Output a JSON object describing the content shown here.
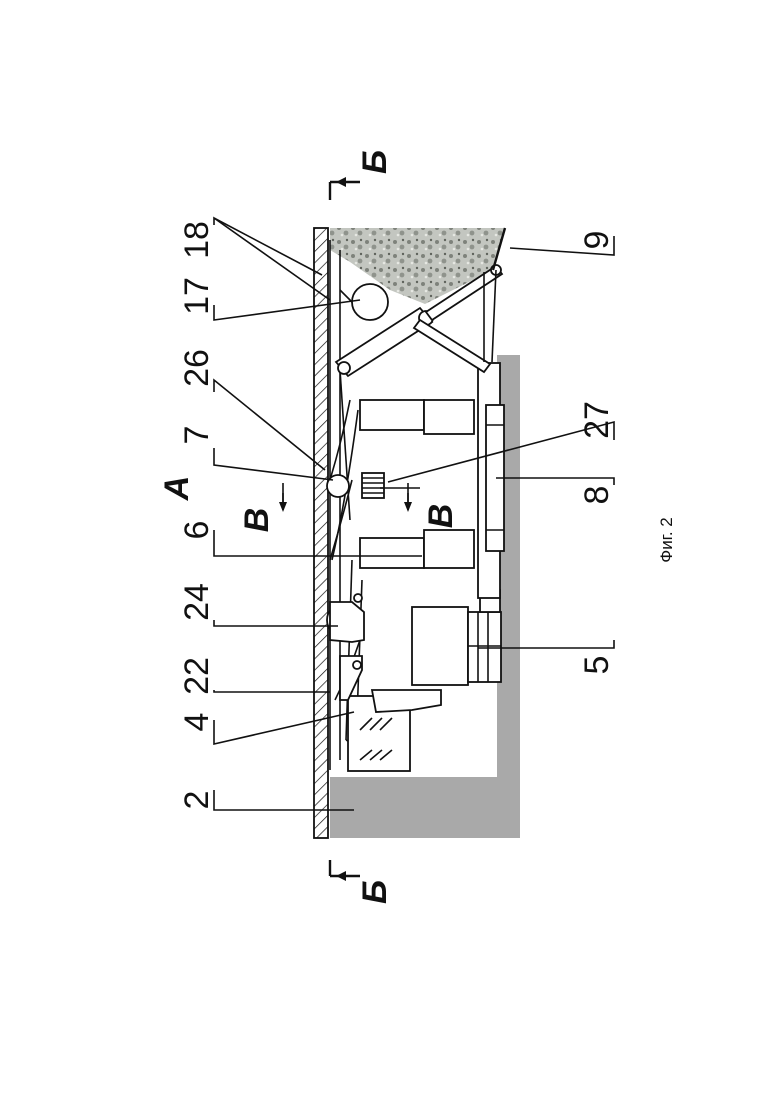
{
  "labels": {
    "l2": "2",
    "l4": "4",
    "l22": "22",
    "l24": "24",
    "l6": "6",
    "l7": "7",
    "l26": "26",
    "l17": "17",
    "l18": "18",
    "l9": "9",
    "l27": "27",
    "l8": "8",
    "l5": "5"
  },
  "section_letters": {
    "b_top": "Б",
    "b_bottom": "Б",
    "a": "А",
    "v_left": "В",
    "v_right": "В"
  },
  "caption": "Фиг. 2",
  "colors": {
    "ground": "#a9a9a9",
    "rock": "#b9bcb6",
    "line": "#111111"
  }
}
